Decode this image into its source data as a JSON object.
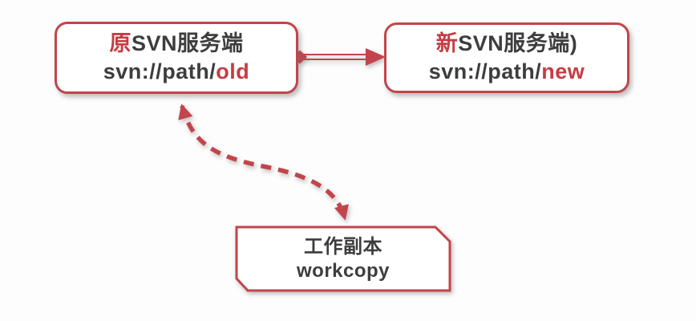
{
  "page": {
    "background": "#fdfdfd"
  },
  "colors": {
    "accent_red": "#c2454b",
    "highlight_red": "#c63c42",
    "text_dark": "#3d3d3d",
    "node_fill": "#ffffff"
  },
  "nodes": {
    "old_server": {
      "title_highlight": "原",
      "title_rest": "SVN服务端",
      "path_prefix": "svn://path/",
      "path_highlight": "old"
    },
    "new_server": {
      "title_highlight": "新",
      "title_rest": "SVN服务端)",
      "path_prefix": "svn://path/",
      "path_highlight": "new"
    },
    "workcopy": {
      "title": "工作副本",
      "subtitle": "workcopy"
    }
  },
  "edges": {
    "old_to_new": {
      "style": "double-line-arrow",
      "tail": "diamond",
      "head": "triangle",
      "from": "old_server",
      "to": "new_server"
    },
    "workcopy_sync": {
      "style": "dashed-curve",
      "head_both_ends": "triangle",
      "from": "workcopy",
      "to": "old_server"
    }
  }
}
